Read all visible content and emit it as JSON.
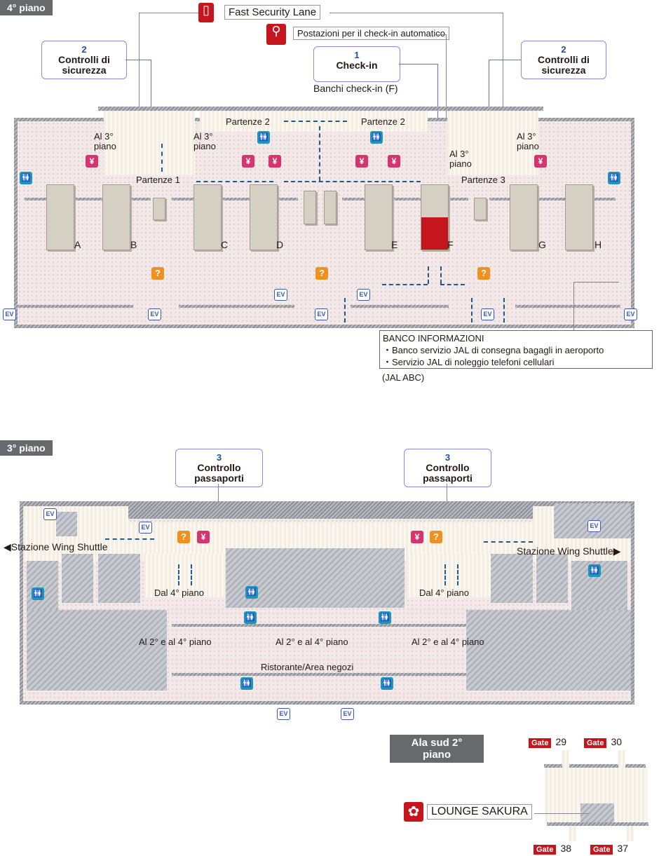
{
  "floor4": {
    "title": "4° piano",
    "fast_security": "Fast Security Lane",
    "auto_checkin": "Postazioni per il check-in automatico",
    "callouts": [
      {
        "num": "2",
        "label": "Controlli di sicurezza"
      },
      {
        "num": "1",
        "label": "Check-in"
      },
      {
        "num": "2",
        "label": "Controlli di sicurezza"
      }
    ],
    "checkin_caption": "Banchi check-in (F)",
    "departures": [
      "Partenze 2",
      "Partenze 2",
      "Partenze 1",
      "Partenze 3"
    ],
    "to_3f": "Al 3° piano",
    "counters": [
      "A",
      "B",
      "C",
      "D",
      "E",
      "F",
      "G",
      "H"
    ],
    "info_desk": {
      "title": "BANCO INFORMAZIONI",
      "items": [
        "・Banco servizio JAL di consegna bagagli in aeroporto",
        "・Servizio JAL di noleggio telefoni cellulari"
      ],
      "note": "(JAL ABC)"
    }
  },
  "floor3": {
    "title": "3° piano",
    "callouts": [
      {
        "num": "3",
        "label": "Controllo passaporti"
      },
      {
        "num": "3",
        "label": "Controllo passaporti"
      }
    ],
    "shuttle_left": "Stazione Wing Shuttle",
    "shuttle_right": "Stazione Wing Shuttle",
    "from_4f": "Dal 4° piano",
    "to_2f_4f": "Al 2° e al 4° piano",
    "restaurants": "Ristorante/Area negozi"
  },
  "south_wing": {
    "title": "Ala sud 2° piano",
    "gate_word": "Gate",
    "gates": [
      "29",
      "30",
      "38",
      "37"
    ],
    "lounge": "LOUNGE SAKURA"
  },
  "icons": {
    "yen": "¥",
    "info": "?",
    "ev": "EV",
    "wc": "🚻"
  },
  "colors": {
    "accent_red": "#c4161c",
    "yen": "#d7336e",
    "restroom": "#1d97b4",
    "info": "#f0901e",
    "ev": "#3a59b0"
  }
}
